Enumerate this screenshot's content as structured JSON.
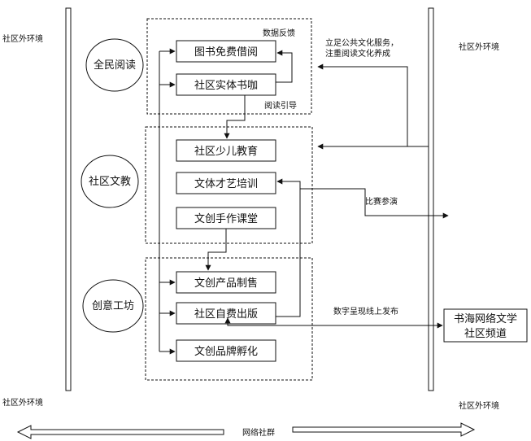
{
  "outer_env": {
    "top_left": "社区外环境",
    "top_right": "社区外环境",
    "bottom_left": "社区外环境",
    "bottom_right": "社区外环境"
  },
  "bottom_label": "网络社群",
  "groups": [
    {
      "name": "全民阅读",
      "items": [
        "图书免费借阅",
        "社区实体书咖"
      ]
    },
    {
      "name": "社区文教",
      "items": [
        "社区少儿教育",
        "文体才艺培训",
        "文创手作课堂"
      ]
    },
    {
      "name": "创意工坊",
      "items": [
        "文创产品制售",
        "社区自费出版",
        "文创品牌孵化"
      ]
    }
  ],
  "annotations": {
    "data_feedback": "数据反馈",
    "reading_guide": "阅读引导",
    "public_service_line1": "立足公共文化服务，",
    "public_service_line2": "注重阅读文化养成",
    "competition": "比赛参演",
    "digital_publish": "数字呈现线上发布"
  },
  "external_box": {
    "line1": "书海网络文学",
    "line2": "社区频道"
  },
  "colors": {
    "line": "#111111",
    "background": "#ffffff"
  }
}
